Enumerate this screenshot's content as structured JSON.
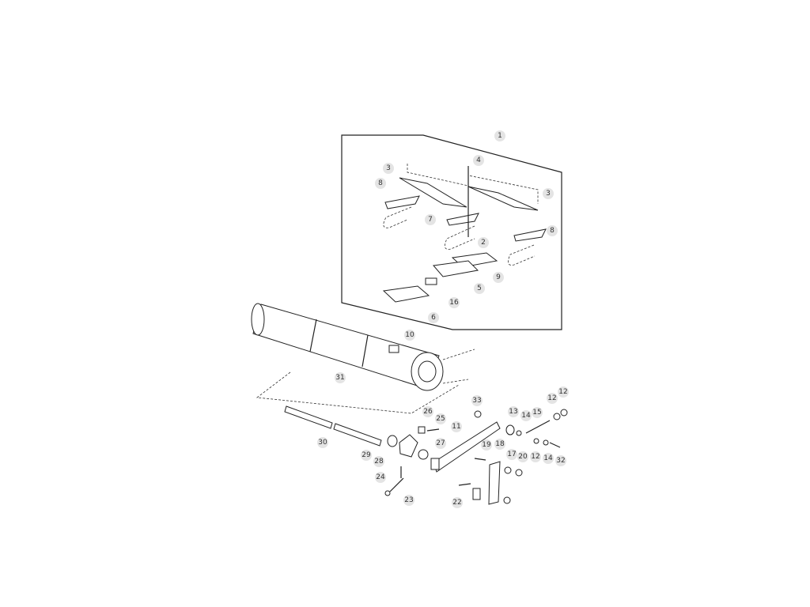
{
  "diagram": {
    "type": "exploded parts diagram",
    "callouts": [
      "1",
      "4",
      "3",
      "8",
      "3",
      "7",
      "2",
      "8",
      "9",
      "5",
      "16",
      "6",
      "10",
      "31",
      "33",
      "26",
      "25",
      "13",
      "14",
      "15",
      "12",
      "12",
      "11",
      "27",
      "19",
      "18",
      "17",
      "20",
      "12",
      "14",
      "32",
      "30",
      "29",
      "28",
      "24",
      "23",
      "22"
    ]
  }
}
